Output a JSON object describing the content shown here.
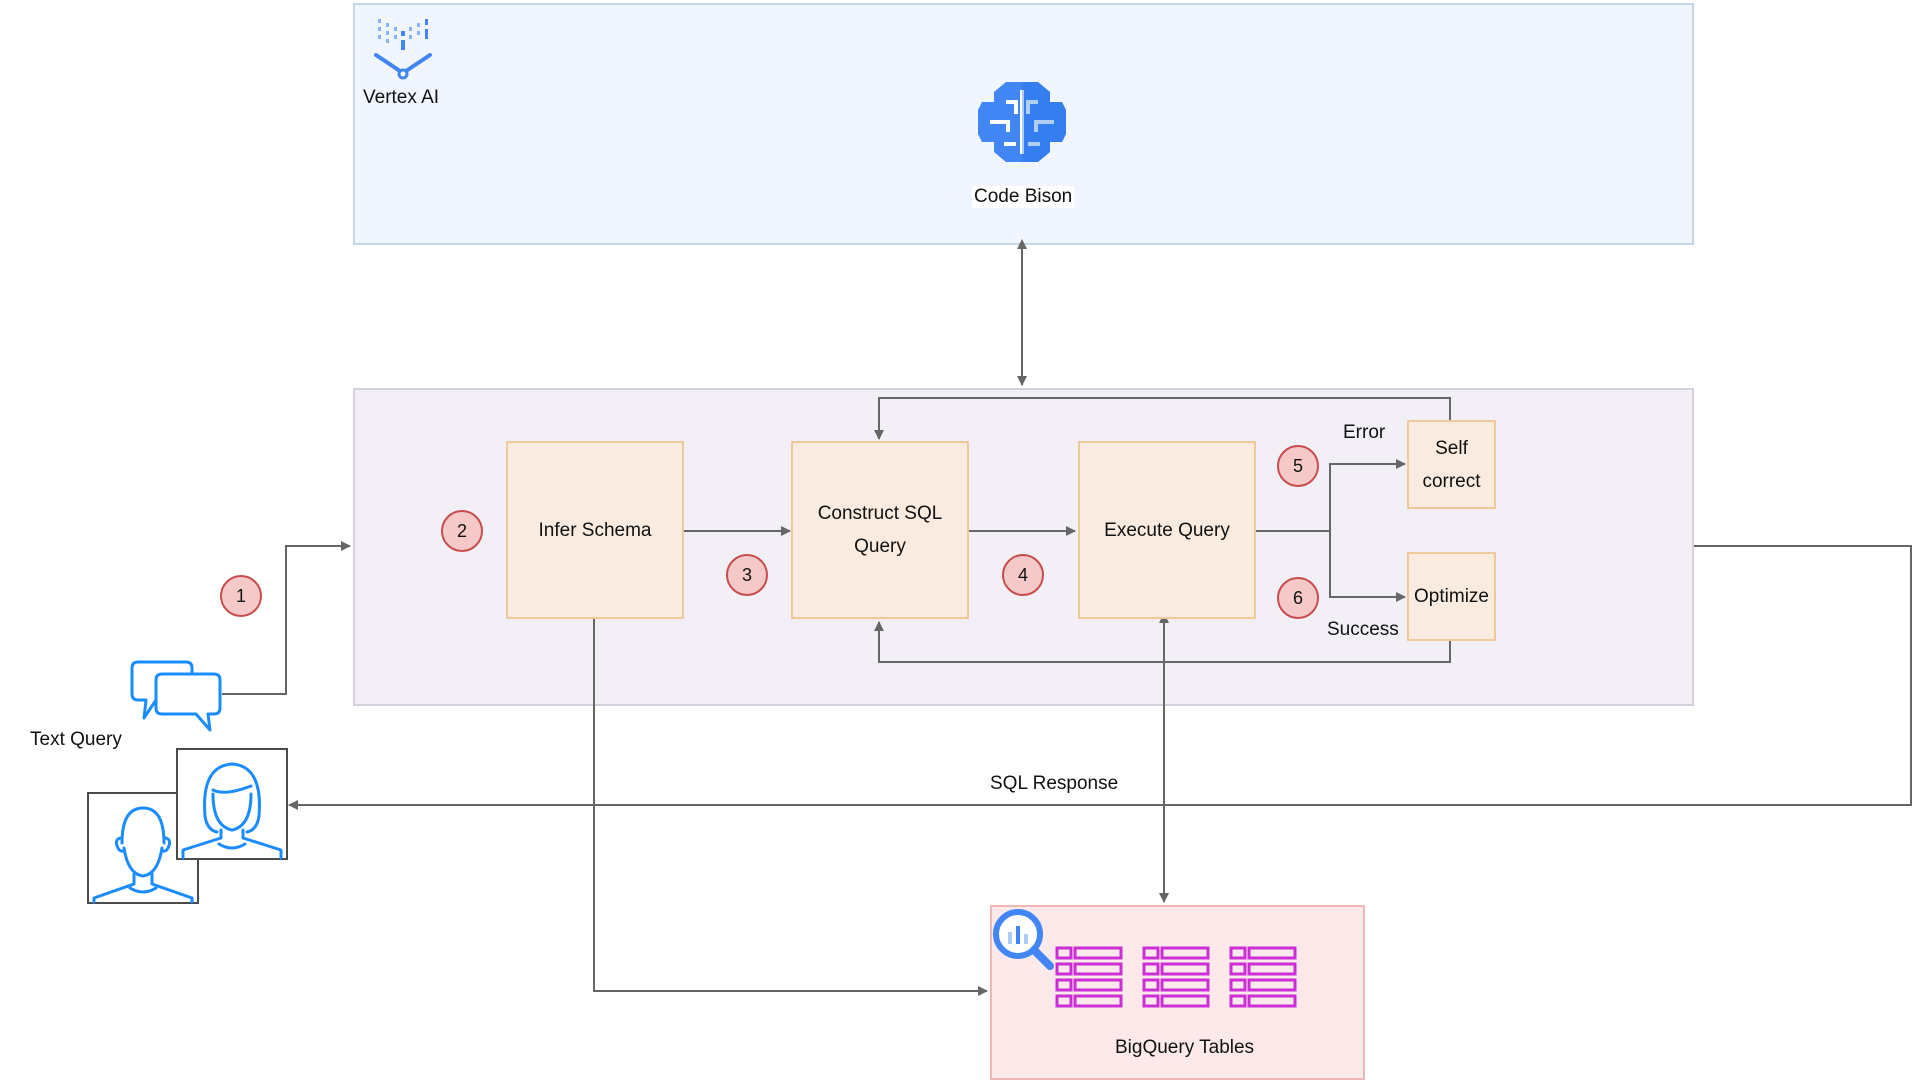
{
  "vertex": {
    "label": "Vertex AI",
    "model_label": "Code Bison"
  },
  "steps": {
    "infer_schema": "Infer Schema",
    "construct_sql_line1": "Construct SQL",
    "construct_sql_line2": "Query",
    "execute_query": "Execute Query",
    "self_correct_line1": "Self",
    "self_correct_line2": "correct",
    "optimize": "Optimize"
  },
  "badges": [
    "1",
    "2",
    "3",
    "4",
    "5",
    "6"
  ],
  "edge_labels": {
    "error": "Error",
    "success": "Success",
    "sql_response": "SQL Response"
  },
  "user": {
    "text_query_label": "Text Query"
  },
  "bigquery": {
    "label": "BigQuery Tables"
  },
  "icons": [
    "vertex-ai-icon",
    "brain-icon",
    "chat-bubbles-icon",
    "users-icon",
    "bigquery-icon",
    "table-icon"
  ],
  "colors": {
    "vertex_region": "#f1f5fd",
    "process_region": "#f2f0f6",
    "bigquery_region": "#fde9ea",
    "step_box": "#f9ebe0",
    "step_border": "#f0c99a",
    "badge_fill": "#f6c9c9",
    "badge_border": "#c84c4c",
    "connector": "#666666",
    "icon_blue": "#1a8cff",
    "table_magenta": "#cc2fd6"
  }
}
